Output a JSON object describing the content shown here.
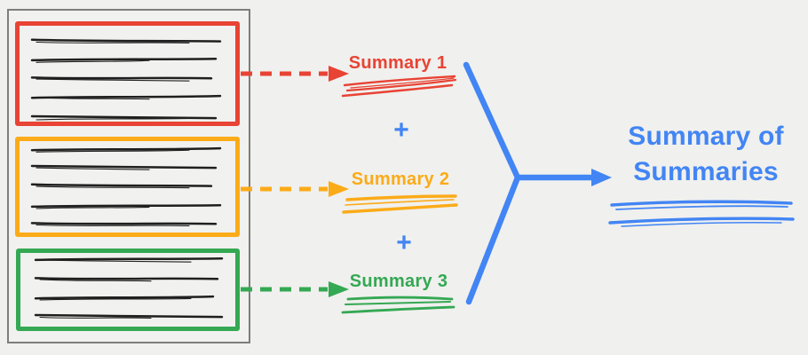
{
  "colors": {
    "background": "#f0f0ee",
    "document_border": "#7d7d7b",
    "document_background": "#f1f1ef",
    "text_lines": "#1f1f1f",
    "red": "#e84334",
    "orange": "#fbab18",
    "green": "#34a853",
    "blue": "#4285f4"
  },
  "document": {
    "sections": [
      {
        "name": "section-1",
        "color_key": "red",
        "line_count": 5
      },
      {
        "name": "section-2",
        "color_key": "orange",
        "line_count": 5
      },
      {
        "name": "section-3",
        "color_key": "green",
        "line_count": 4
      }
    ]
  },
  "summaries": [
    {
      "label": "Summary 1",
      "color_key": "red"
    },
    {
      "label": "Summary 2",
      "color_key": "orange"
    },
    {
      "label": "Summary 3",
      "color_key": "green"
    }
  ],
  "operators": {
    "plus": "+"
  },
  "result": {
    "title_line1": "Summary of",
    "title_line2": "Summaries",
    "color_key": "blue"
  }
}
